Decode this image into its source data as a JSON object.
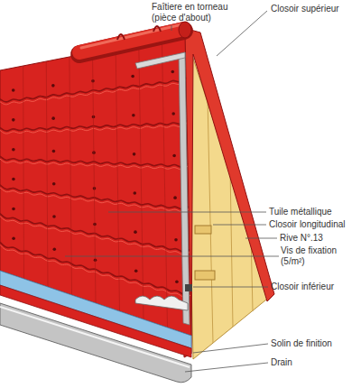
{
  "diagram": {
    "labels": [
      "Faîtiere en torneau (pièce d'about)",
      "Closoir supérieur",
      "Tuile métallique",
      "Closoir longitudinal",
      "Rive N°.13",
      "Vis de fixation (5/m²)",
      "Closoir inférieur",
      "Solin de finition",
      "Drain"
    ]
  }
}
